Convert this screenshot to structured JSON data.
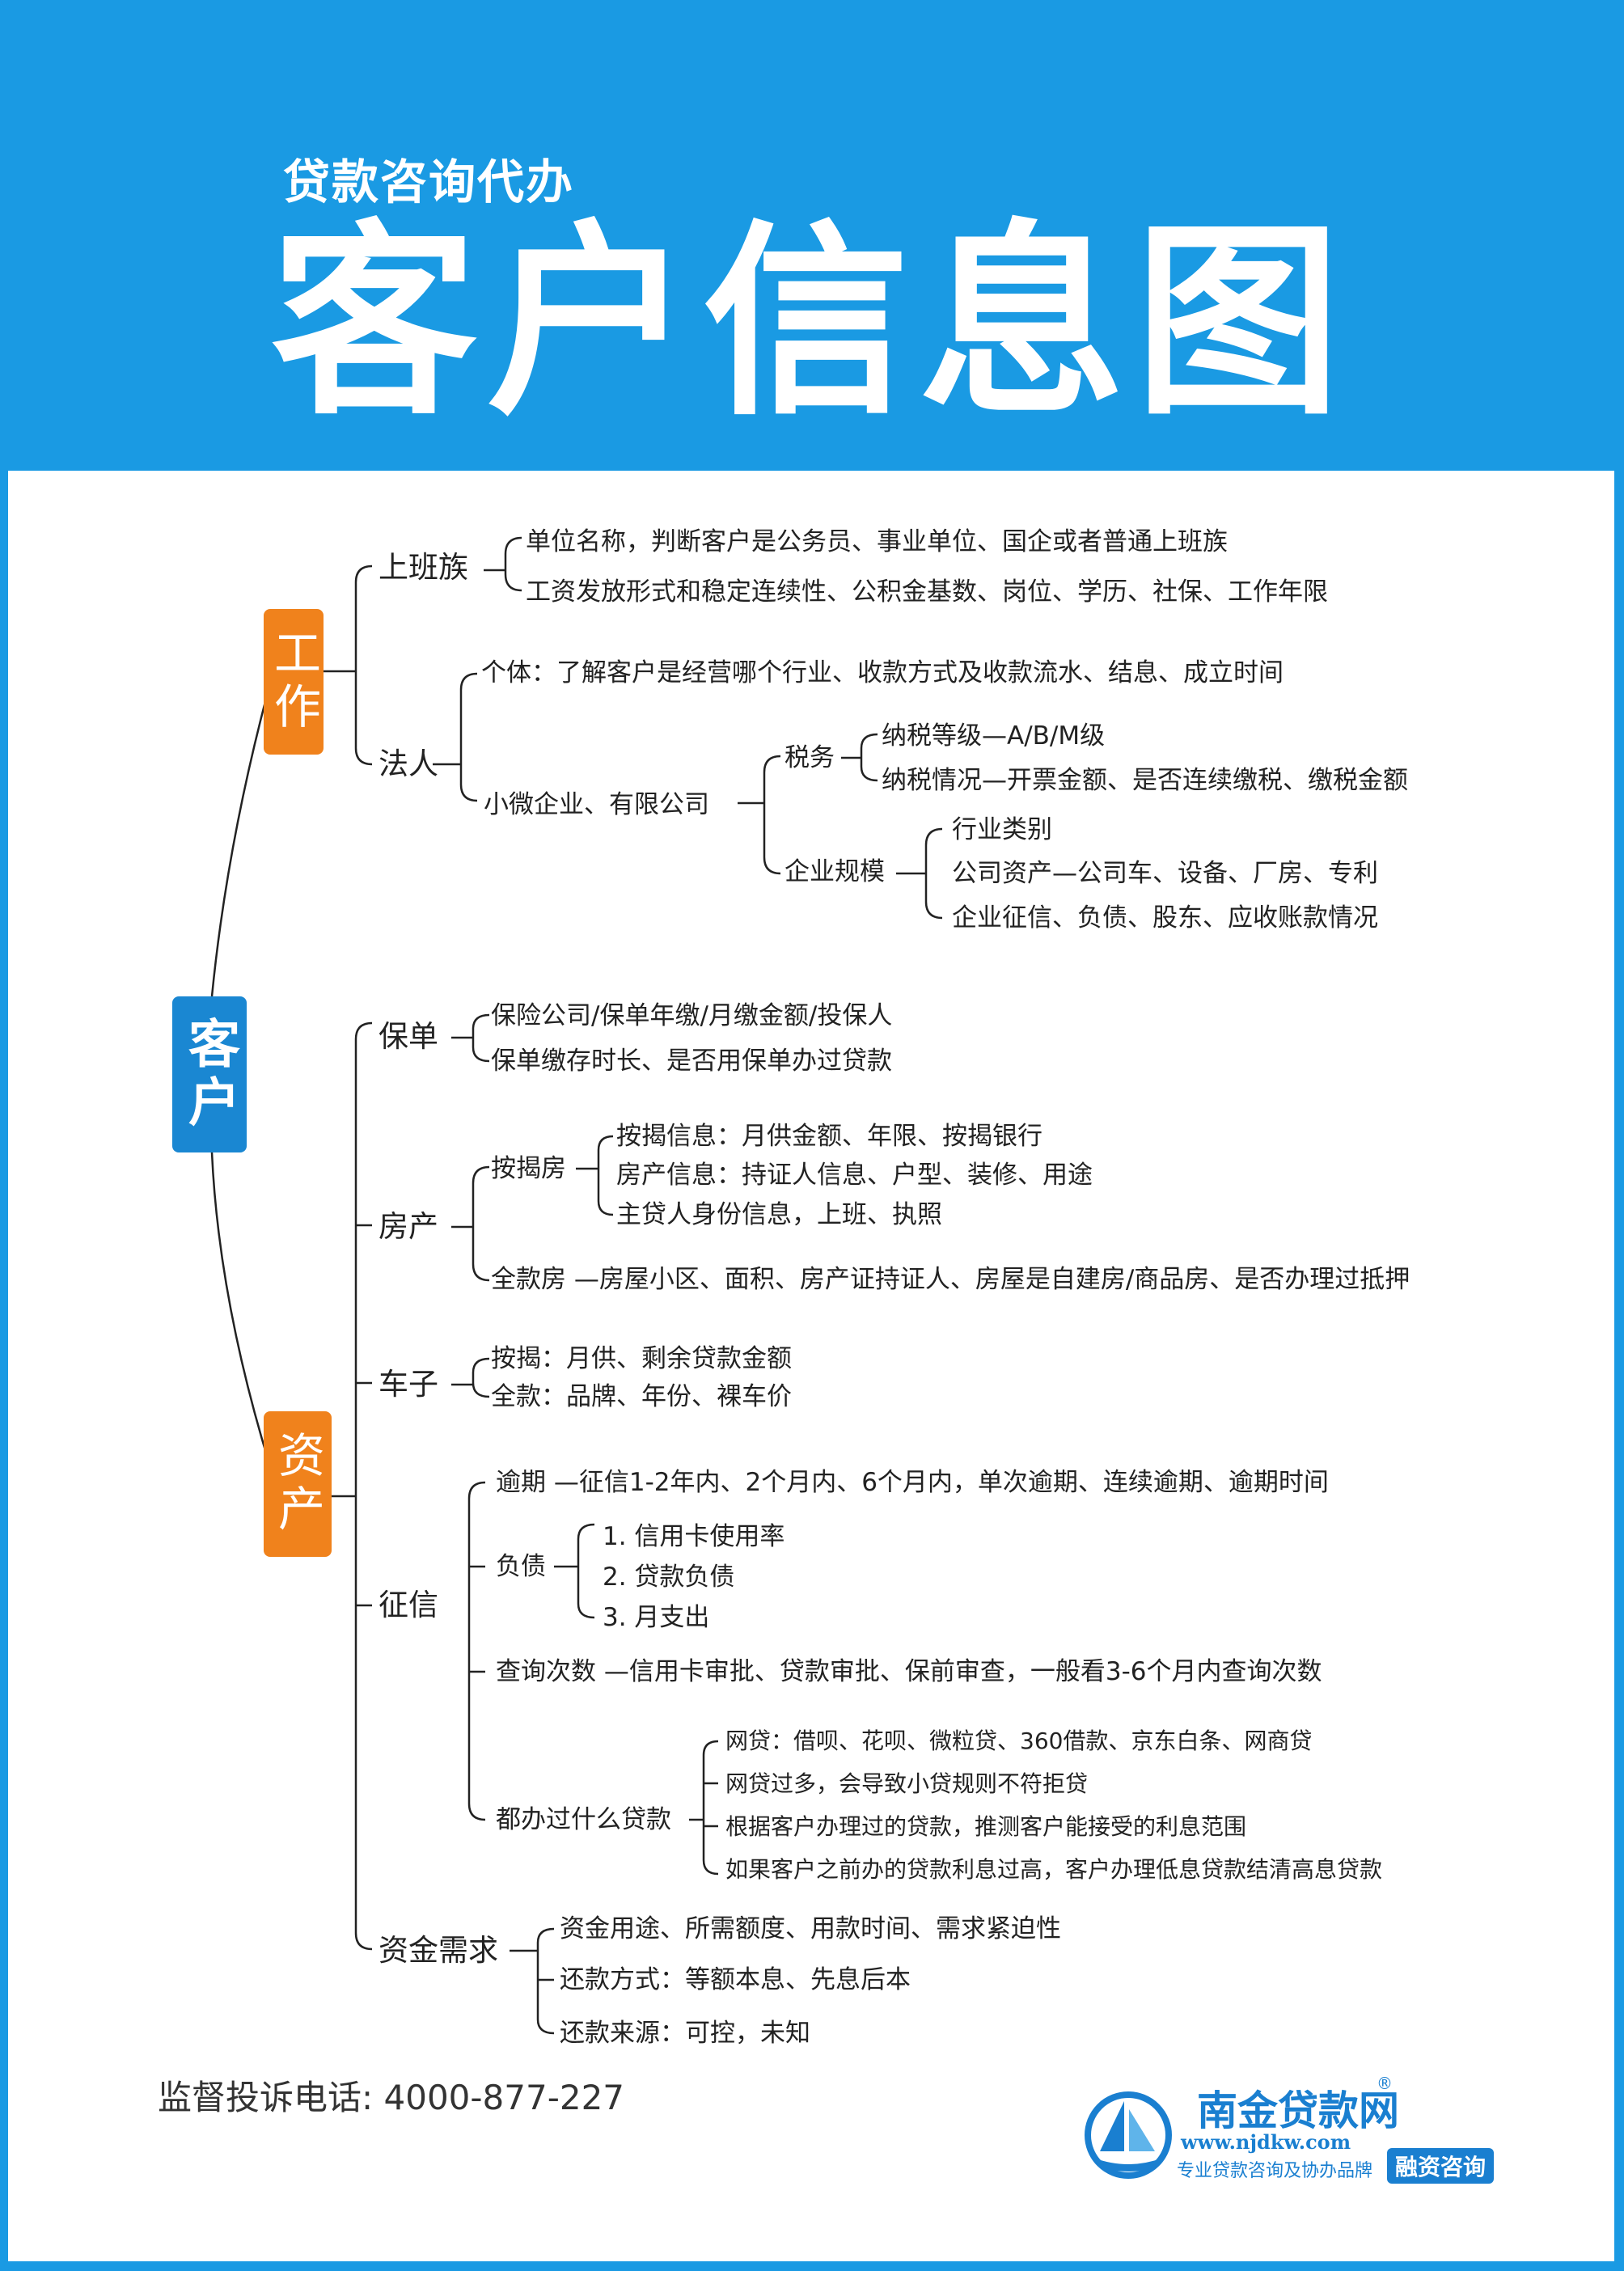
{
  "header": {
    "subtitle": "贷款咨询代办",
    "title": "客户信息图"
  },
  "root": "客户",
  "branches": {
    "work": "工作",
    "assets": "资产"
  },
  "work": {
    "shangban": {
      "label": "上班族",
      "items": [
        "单位名称，判断客户是公务员、事业单位、国企或者普通上班族",
        "工资发放形式和稳定连续性、公积金基数、岗位、学历、社保、工作年限"
      ]
    },
    "faren": {
      "label": "法人",
      "geti": "个体：了解客户是经营哪个行业、收款方式及收款流水、结息、成立时间",
      "xiaowei": {
        "label": "小微企业、有限公司",
        "shuiwu": {
          "label": "税务",
          "items": [
            "纳税等级—A/B/M级",
            "纳税情况—开票金额、是否连续缴税、缴税金额"
          ]
        },
        "guimo": {
          "label": "企业规模",
          "items": [
            "行业类别",
            "公司资产—公司车、设备、厂房、专利",
            "企业征信、负债、股东、应收账款情况"
          ]
        }
      }
    }
  },
  "assets": {
    "baodan": {
      "label": "保单",
      "items": [
        "保险公司/保单年缴/月缴金额/投保人",
        "保单缴存时长、是否用保单办过贷款"
      ]
    },
    "fangchan": {
      "label": "房产",
      "anjie": {
        "label": "按揭房",
        "items": [
          "按揭信息：月供金额、年限、按揭银行",
          "房产信息：持证人信息、户型、装修、用途",
          "主贷人身份信息，上班、执照"
        ]
      },
      "quankuan": "全款房 —房屋小区、面积、房产证持证人、房屋是自建房/商品房、是否办理过抵押"
    },
    "chezi": {
      "label": "车子",
      "items": [
        "按揭：月供、剩余贷款金额",
        "全款：品牌、年份、裸车价"
      ]
    },
    "zhengxin": {
      "label": "征信",
      "yuqi": "逾期 —征信1-2年内、2个月内、6个月内，单次逾期、连续逾期、逾期时间",
      "fuzhai": {
        "label": "负债",
        "items": [
          "1. 信用卡使用率",
          "2. 贷款负债",
          "3. 月支出"
        ]
      },
      "chaxun": "查询次数 —信用卡审批、贷款审批、保前审查，一般看3-6个月内查询次数",
      "daikuan": {
        "label": "都办过什么贷款",
        "items": [
          "网贷：借呗、花呗、微粒贷、360借款、京东白条、网商贷",
          "网贷过多，会导致小贷规则不符拒贷",
          "根据客户办理过的贷款，推测客户能接受的利息范围",
          "如果客户之前办的贷款利息过高，客户办理低息贷款结清高息贷款"
        ]
      }
    },
    "zijin": {
      "label": "资金需求",
      "items": [
        "资金用途、所需额度、用款时间、需求紧迫性",
        "还款方式：等额本息、先息后本",
        "还款来源：可控，未知"
      ]
    }
  },
  "footer": {
    "hotline": "监督投诉电话: 4000-877-227",
    "logo_name": "南金贷款网",
    "logo_reg": "®",
    "logo_url": "www.njdkw.com",
    "logo_slogan": "专业贷款咨询及协办品牌",
    "logo_tag": "融资咨询"
  },
  "colors": {
    "header": "#1a9ae3",
    "work_node": "#f0821c",
    "root_node": "#1a87d2",
    "line": "#222222"
  }
}
